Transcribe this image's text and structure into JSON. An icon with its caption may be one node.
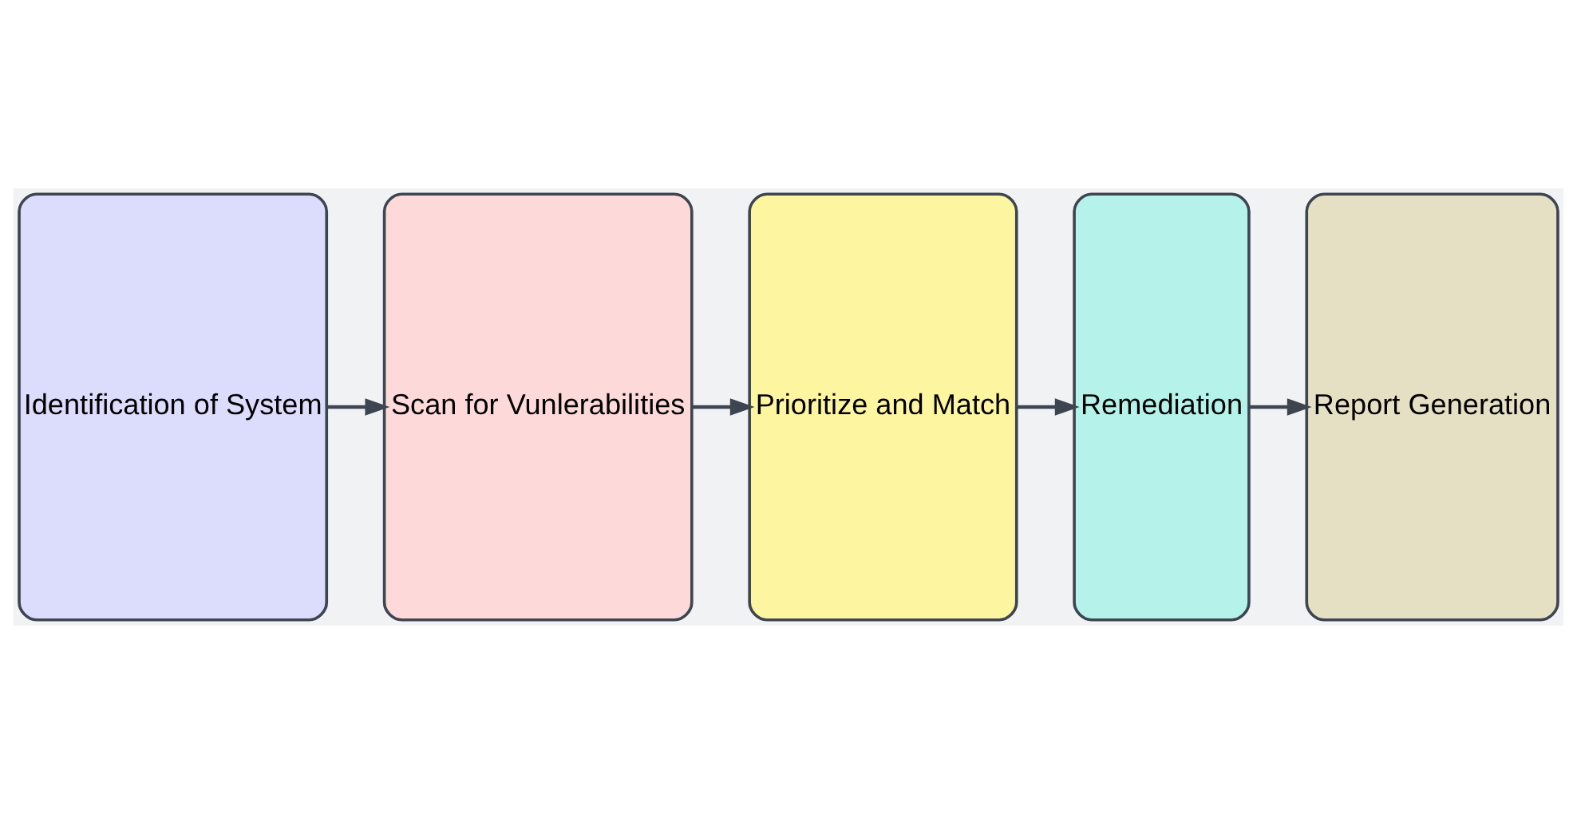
{
  "diagram": {
    "nodes": [
      {
        "text": [
          "Identification of System"
        ]
      },
      {
        "text": [
          "Scan for Vunlerabilities"
        ]
      },
      {
        "text": [
          "Prioritize and Match"
        ]
      },
      {
        "text": [
          "Remediation"
        ]
      },
      {
        "text": [
          "Report Generation"
        ]
      }
    ],
    "edges": [
      {
        "from": 0,
        "to": 1,
        "arrow": "to"
      },
      {
        "from": 1,
        "to": 2,
        "arrow": "to"
      },
      {
        "from": 2,
        "to": 3,
        "arrow": "to"
      },
      {
        "from": 3,
        "to": 4,
        "arrow": "to"
      }
    ]
  }
}
